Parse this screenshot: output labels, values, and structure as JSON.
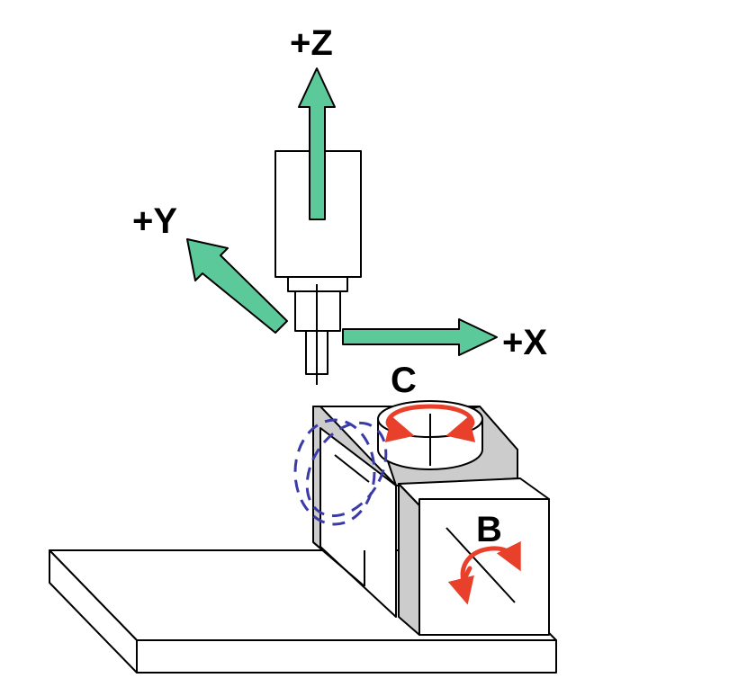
{
  "labels": {
    "z": "+Z",
    "y": "+Y",
    "x": "+X",
    "c": "C",
    "b": "B"
  },
  "colors": {
    "axis_arrow": "#5cc99a",
    "rotation_arrow": "#e8402a",
    "dashed_circle": "#3a3aa8",
    "shading": "#cccccc"
  }
}
